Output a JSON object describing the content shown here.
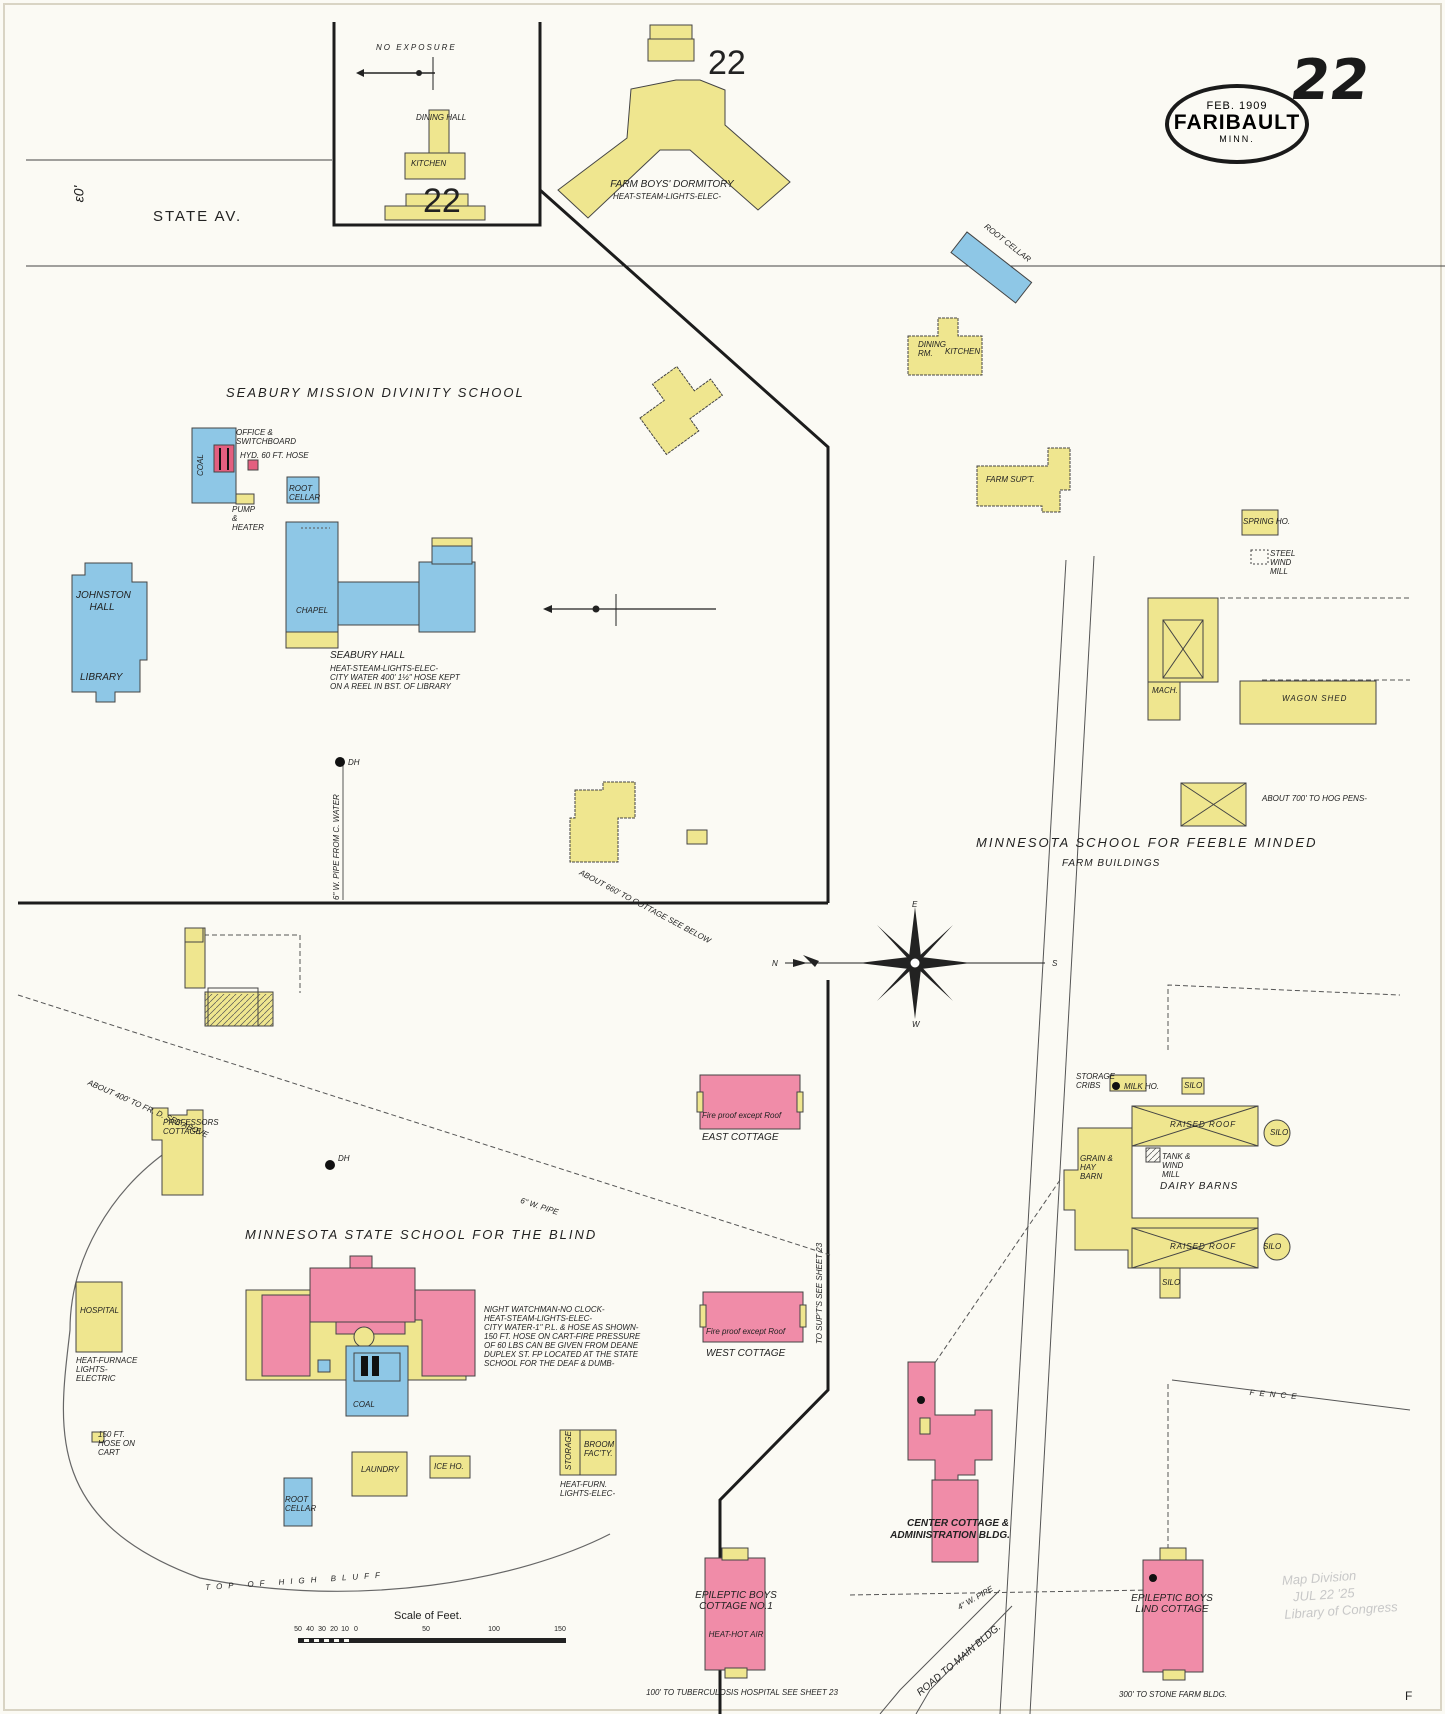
{
  "sheet": {
    "page_number": "22",
    "date": "FEB. 1909",
    "city": "FARIBAULT",
    "state": "MINN.",
    "corner_letter": "F"
  },
  "roads": {
    "state_av": "STATE AV.",
    "road_to_main": "ROAD TO MAIN BLDG.",
    "corner_mark": "ɛ0'"
  },
  "institutions": {
    "seabury": "SEABURY MISSION DIVINITY SCHOOL",
    "feeble_minded": "MINNESOTA SCHOOL FOR FEEBLE MINDED",
    "farm_buildings": "FARM BUILDINGS",
    "blind": "MINNESOTA STATE SCHOOL FOR THE BLIND"
  },
  "buildings": {
    "no_exposure": "NO EXPOSURE",
    "dining_hall": "DINING HALL",
    "kitchen": "KITCHEN",
    "ref_22_a": "22",
    "ref_22_b": "22",
    "farm_boys_dormitory": "FARM BOYS' DORMITORY",
    "farm_boys_note": "HEAT-STEAM-LIGHTS-ELEC-",
    "root_cellar_top": "ROOT CELLAR",
    "dining_rm": "DINING RM.",
    "kitchen2": "KITCHEN",
    "farm_supt": "FARM SUP'T.",
    "spring_ho": "SPRING HO.",
    "steel_wind_mill": "STEEL WIND MILL",
    "mach": "MACH.",
    "wagon_shed": "WAGON SHED",
    "hog_pens": "ABOUT 700' TO HOG PENS-",
    "office_switchboard": "OFFICE & SWITCHBOARD",
    "coal_left": "COAL",
    "hose_note": "HYD. 60 FT. HOSE",
    "pump_heater": "PUMP & HEATER",
    "root_cellar_mid": "ROOT CELLAR",
    "johnston_hall": "JOHNSTON HALL",
    "library": "LIBRARY",
    "chapel": "CHAPEL",
    "seabury_hall": "SEABURY HALL",
    "seabury_note_1": "HEAT-STEAM-LIGHTS-ELEC-",
    "seabury_note_2": "CITY WATER 400' 1½\" HOSE KEPT",
    "seabury_note_3": "ON A REEL IN BST. OF LIBRARY",
    "dh1": "DH",
    "pipe_label": "6\" W. PIPE FROM C. WATER",
    "cottage_note": "ABOUT 660' TO COTTAGE SEE BELOW",
    "professors_cottage": "PROFESSORS COTTAGE",
    "dh2": "DH",
    "pipe2": "6\" W. PIPE",
    "about_fr": "ABOUT 400' TO FR. D. SEE ABOVE",
    "east_cottage": "EAST COTTAGE",
    "east_note": "Fire proof except Roof",
    "west_cottage": "WEST COTTAGE",
    "west_note": "Fire proof except Roof",
    "supts_note": "TO SUP'T'S SEE SHEET 23",
    "hospital": "HOSPITAL",
    "hospital_note": "HEAT-FURNACE LIGHTS-ELECTRIC",
    "blind_note_1": "NIGHT WATCHMAN-NO CLOCK-",
    "blind_note_2": "HEAT-STEAM-LIGHTS-ELEC-",
    "blind_note_3": "CITY WATER-1\" P.L. & HOSE AS SHOWN-",
    "blind_note_4": "150 FT. HOSE ON CART-FIRE PRESSURE",
    "blind_note_5": "OF 60 LBS CAN BE GIVEN FROM DEANE",
    "blind_note_6": "DUPLEX ST. FP LOCATED AT THE STATE",
    "blind_note_7": "SCHOOL FOR THE DEAF & DUMB-",
    "coal_blind": "COAL",
    "laundry": "LAUNDRY",
    "ice_ho": "ICE HO.",
    "storage": "STORAGE",
    "broom_facty": "BROOM FAC'TY.",
    "broom_note": "HEAT-FURN. LIGHTS-ELEC-",
    "root_cellar_low": "ROOT CELLAR",
    "hose_cart": "150 FT. HOSE ON CART",
    "high_bluff": "TOP OF HIGH BLUFF",
    "storage_cribs": "STORAGE CRIBS",
    "milk_ho": "MILK HO.",
    "silo_1": "SILO",
    "raised_roof_1": "RAISED ROOF",
    "silo_2": "SILO",
    "tank_wind": "TANK & WIND MILL",
    "grain_hay": "GRAIN & HAY BARN",
    "dairy_barns": "DAIRY BARNS",
    "raised_roof_2": "RAISED ROOF",
    "silo_3": "SILO",
    "silo_4": "SILO",
    "fence": "FENCE",
    "center_cottage_1": "CENTER COTTAGE &",
    "center_cottage_2": "ADMINISTRATION BLDG.",
    "epileptic_boys_1": "EPILEPTIC BOYS",
    "epileptic_boys_2": "COTTAGE NO.1",
    "epileptic_boys_note": "HEAT-HOT AIR",
    "tuberculosis_note": "100' TO TUBERCULOSIS HOSPITAL SEE SHEET 23",
    "epileptic_lind_1": "EPILEPTIC BOYS",
    "epileptic_lind_2": "LIND COTTAGE",
    "stone_farm": "300' TO STONE FARM BLDG.",
    "pipe_4": "4\" W. PIPE"
  },
  "compass": {
    "n": "N",
    "s": "S",
    "e": "E",
    "w": "W"
  },
  "scale": {
    "title": "Scale of Feet.",
    "ticks": [
      "50",
      "40",
      "30",
      "20",
      "10",
      "0",
      "50",
      "100",
      "150"
    ]
  },
  "stamp": {
    "line1": "Map Division",
    "line2": "JUL 22 '25",
    "line3": "Library of Congress"
  },
  "colors": {
    "frame_brick": "#f08ca8",
    "frame": "#efe68f",
    "stone": "#8ec7e6",
    "line": "#1c1c1c"
  }
}
